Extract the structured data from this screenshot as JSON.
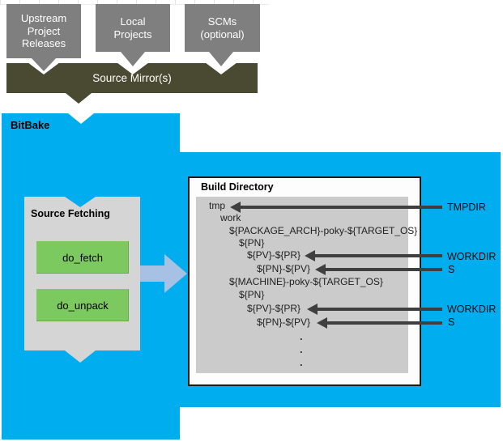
{
  "upstream_flow": {
    "boxes": [
      "Upstream\nProject\nReleases",
      "Local\nProjects",
      "SCMs\n(optional)"
    ],
    "mirror": "Source Mirror(s)"
  },
  "bitbake": {
    "label": "BitBake"
  },
  "source_fetching": {
    "title": "Source Fetching",
    "tasks": [
      "do_fetch",
      "do_unpack"
    ]
  },
  "build_directory": {
    "title": "Build Directory",
    "tree": [
      "tmp",
      "work",
      "${PACKAGE_ARCH}-poky-${TARGET_OS}",
      "${PN}",
      "${PV}-${PR}",
      "${PN}-${PV}",
      "${MACHINE}-poky-${TARGET_OS}",
      "${PN}",
      "${PV}-${PR}",
      "${PN}-${PV}"
    ],
    "ellipsis_dots": [
      ".",
      ".",
      "."
    ]
  },
  "annotations": [
    "TMPDIR",
    "WORKDIR",
    "S",
    "WORKDIR",
    "S"
  ],
  "colors": {
    "bitbake_blue": "#00aeef",
    "mirror_olive": "#4a4a32",
    "source_box_gray": "#7f7f7f",
    "task_green": "#7cc95f",
    "flow_arrow_steel": "#a6c1e3",
    "annotation_arrow_dark": "#3f3f3f",
    "panel_gray": "#d5d5d5",
    "tree_panel_gray": "#cbcbcb"
  }
}
